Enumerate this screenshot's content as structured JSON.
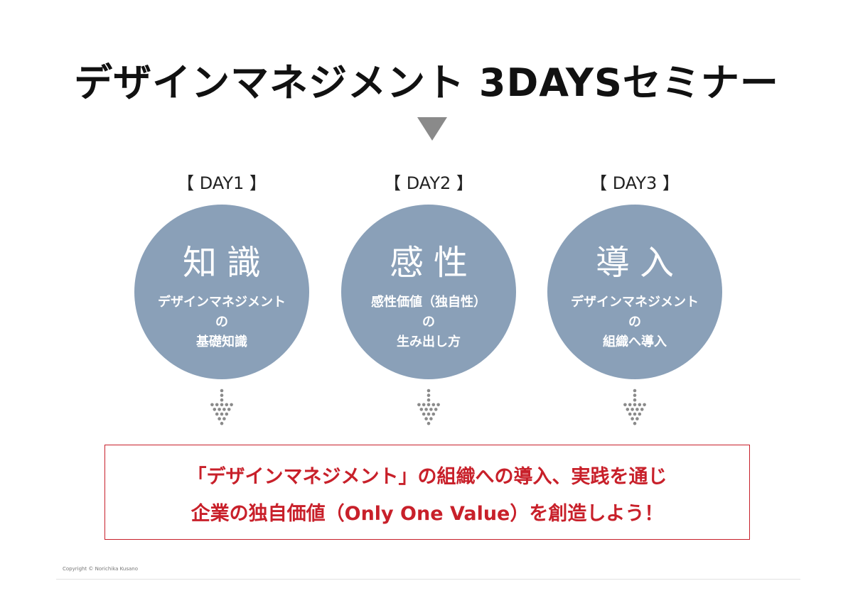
{
  "title": "デザインマネジメント 3DAYSセミナー",
  "days": [
    {
      "label": "【 DAY1 】",
      "word": "知識",
      "desc": [
        "デザインマネジメント",
        "の",
        "基礎知識"
      ]
    },
    {
      "label": "【 DAY2 】",
      "word": "感性",
      "desc": [
        "感性価値（独自性）",
        "の",
        "生み出し方"
      ]
    },
    {
      "label": "【 DAY3 】",
      "word": "導入",
      "desc": [
        "デザインマネジメント",
        "の",
        "組織へ導入"
      ]
    }
  ],
  "message": {
    "line1": "「デザインマネジメント」の組織への導入、実践を通じ",
    "line2": "企業の独自価値（Only One Value）を創造しよう！"
  },
  "copyright": "Copyright © Norichika Kusano",
  "colors": {
    "circle": "#8aa0b8",
    "accent_red": "#c8202a",
    "arrow_gray": "#8a8a8a"
  }
}
